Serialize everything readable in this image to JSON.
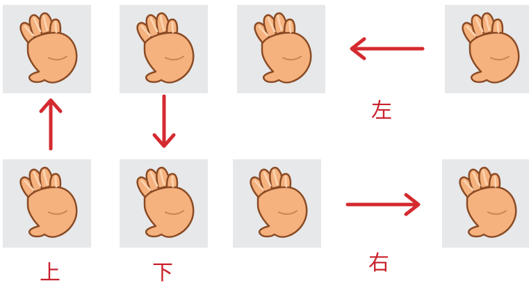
{
  "labels": {
    "up": "上",
    "down": "下",
    "left": "左",
    "right": "右"
  },
  "tiles": [
    {
      "id": "top-1",
      "icon": "hand-icon"
    },
    {
      "id": "top-2",
      "icon": "hand-icon"
    },
    {
      "id": "top-3",
      "icon": "hand-icon"
    },
    {
      "id": "top-4",
      "icon": "hand-icon"
    },
    {
      "id": "bottom-1",
      "icon": "hand-icon"
    },
    {
      "id": "bottom-2",
      "icon": "hand-icon"
    },
    {
      "id": "bottom-3",
      "icon": "hand-icon"
    },
    {
      "id": "bottom-4",
      "icon": "hand-icon"
    }
  ],
  "arrows": [
    {
      "name": "up-arrow-icon",
      "direction": "up"
    },
    {
      "name": "down-arrow-icon",
      "direction": "down"
    },
    {
      "name": "left-arrow-icon",
      "direction": "left"
    },
    {
      "name": "right-arrow-icon",
      "direction": "right"
    }
  ],
  "colors": {
    "arrow": "#d42a2f",
    "label": "#c8202a",
    "tile_background": "#e6e8ea",
    "hand_fill": "#f5b27e",
    "hand_outline": "#8a4a24"
  }
}
